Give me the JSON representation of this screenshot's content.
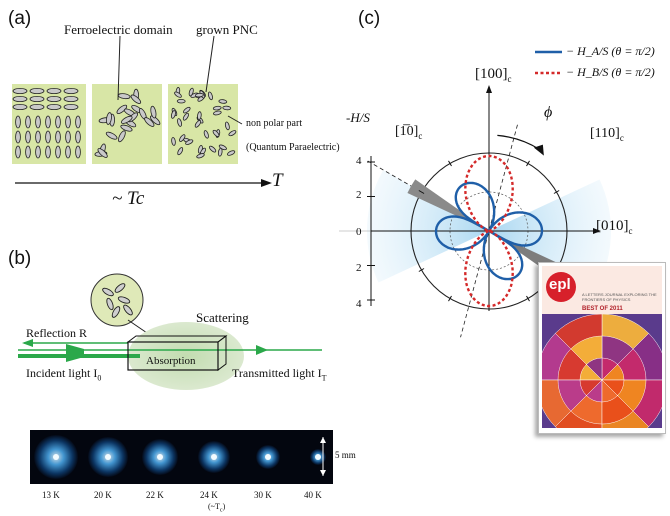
{
  "panel_a": {
    "label": "(a)",
    "ferroelectric_domain": "Ferroelectric domain",
    "grown_pnc": "grown PNC",
    "non_polar_part": "non polar part",
    "quantum_paraelectric": "(Quantum Paraelectric)",
    "tc_label": "~ Tc",
    "t_label": "T"
  },
  "panel_b": {
    "label": "(b)",
    "scattering": "Scattering",
    "reflection": "Reflection R",
    "absorption": "Absorption",
    "incident": "Incident light I",
    "incident_sub": "0",
    "transmitted": "Transmitted light I",
    "transmitted_sub": "T",
    "scale_bar": "5 mm",
    "temperatures": [
      "13 K",
      "20 K",
      "22 K",
      "24 K",
      "30 K",
      "40 K"
    ],
    "temperature_note": "(~T",
    "temperature_note_sub": "c",
    "temperature_note_end": ")"
  },
  "panel_c": {
    "label": "(c)",
    "legend": [
      {
        "text": "− Hₐ/S  (θ = π/2)",
        "color": "#1f5fa8",
        "style": "solid"
      },
      {
        "text": "− Hᵦ/S  (θ = π/2)",
        "color": "#d42a2a",
        "style": "dotted"
      }
    ],
    "legend_a": "− H_A/S  (θ = π/2)",
    "legend_b": "− H_B/S  (θ = π/2)",
    "y_axis_title": "-H/S",
    "ticks": [
      "4",
      "2",
      "0",
      "2",
      "4"
    ],
    "dir_100": "[100]",
    "dir_110": "[110]",
    "dir_1bar10": "[1̅0]",
    "dir_010": "[010]",
    "dir_sub": "c",
    "phi": "ϕ",
    "blue_color": "#1f5fa8",
    "red_color": "#d42a2a"
  },
  "epl_cover": {
    "logo": "epl",
    "best_of": "BEST OF 2011",
    "tagline": "A LETTERS JOURNAL EXPLORING THE FRONTIERS OF PHYSICS"
  }
}
